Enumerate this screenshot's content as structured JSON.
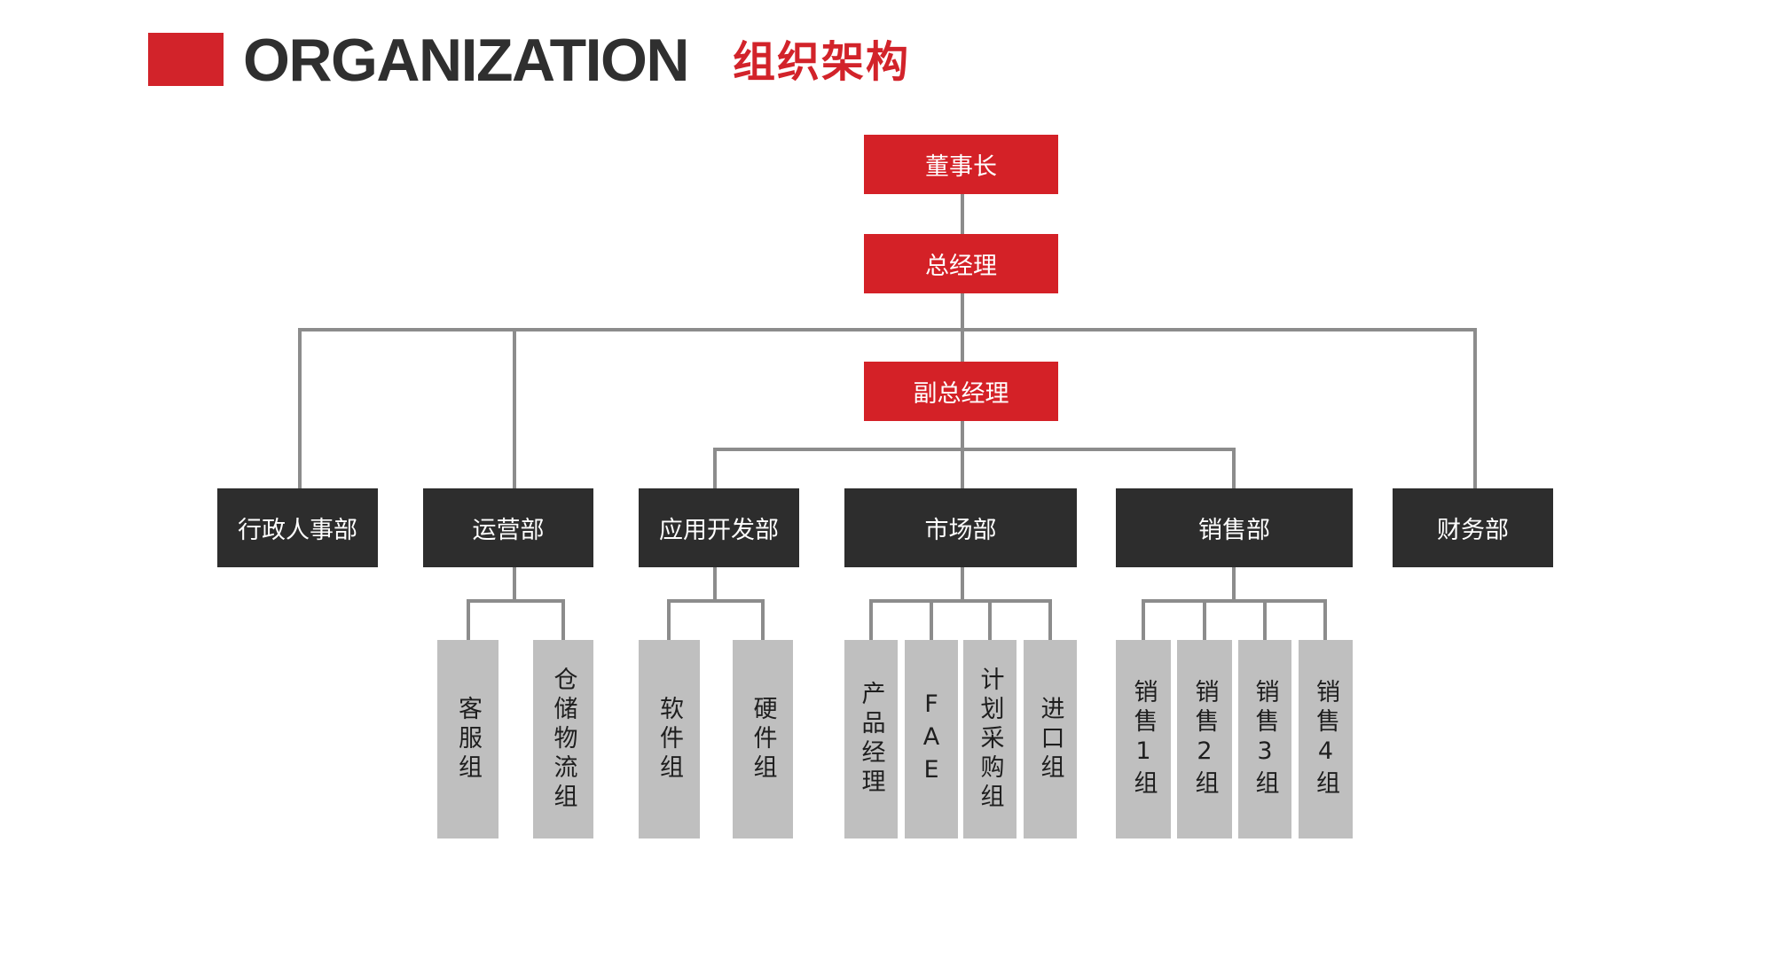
{
  "header": {
    "title_en": "ORGANIZATION",
    "title_cn": "组织架构"
  },
  "colors": {
    "accent": "#d2232a",
    "executive_box": "#d42127",
    "department_box": "#2d2d2d",
    "group_box": "#bfbfbf",
    "connector": "#8c8c8c"
  },
  "org": {
    "chairman": "董事长",
    "general_manager": "总经理",
    "deputy_general_manager": "副总经理",
    "departments": [
      {
        "name": "行政人事部",
        "groups": []
      },
      {
        "name": "运营部",
        "groups": [
          "客服组",
          "仓储物流组"
        ]
      },
      {
        "name": "应用开发部",
        "groups": [
          "软件组",
          "硬件组"
        ]
      },
      {
        "name": "市场部",
        "groups": [
          "产品经理",
          "FAE",
          "计划采购组",
          "进口组"
        ]
      },
      {
        "name": "销售部",
        "groups": [
          "销售1组",
          "销售2组",
          "销售3组",
          "销售4组"
        ]
      },
      {
        "name": "财务部",
        "groups": []
      }
    ]
  }
}
